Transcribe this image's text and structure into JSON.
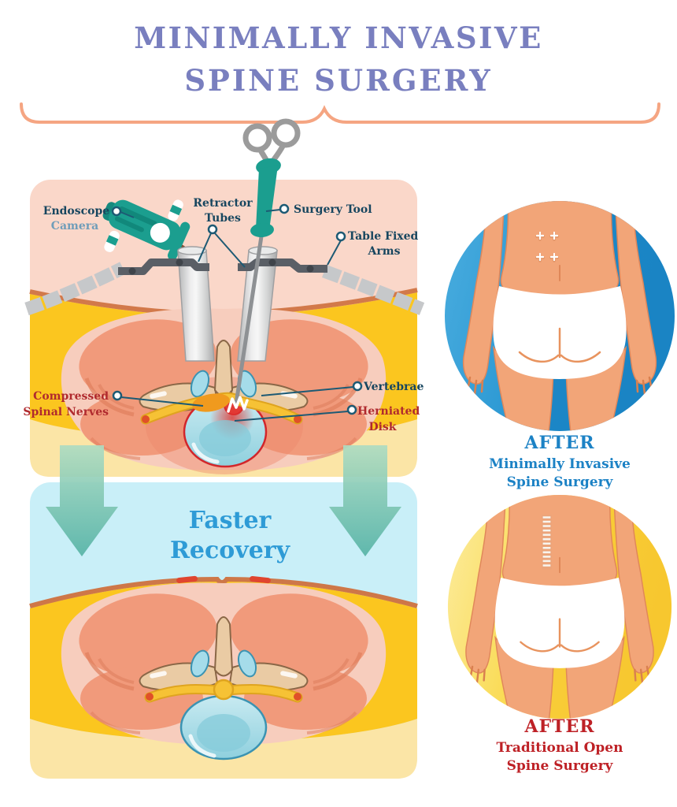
{
  "title": {
    "line1": "MINIMALLY INVASIVE",
    "line2": "SPINE SURGERY",
    "color": "#797FBF"
  },
  "brace": {
    "color": "#F5A582"
  },
  "surgery_panel": {
    "panel_color": "#FAD7C9",
    "labels": {
      "endoscope_line1": "Endoscope",
      "endoscope_line2": "Camera",
      "retractor_line1": "Retractor",
      "retractor_line2": "Tubes",
      "surgery_tool": "Surgery Tool",
      "table_fixed_line1": "Table Fixed",
      "table_fixed_line2": "Arms",
      "compressed_line1": "Compressed",
      "compressed_line2": "Spinal Nerves",
      "vertebrae": "Vertebrae",
      "herniated_line1": "Herniated",
      "herniated_line2": "Disk"
    },
    "label_navy": "#17465F",
    "label_light_blue": "#6F9DB9",
    "label_red": "#B02A2E"
  },
  "recovery_panel": {
    "panel_color": "#C9EFF8",
    "caption_line1": "Faster",
    "caption_line2": "Recovery",
    "caption_color": "#2E9BD6",
    "arrow_color_top": "#AEDCC2",
    "arrow_color_bottom": "#56B3A6"
  },
  "after_minimally_invasive": {
    "heading": "AFTER",
    "line1": "Minimally Invasive",
    "line2": "Spine Surgery",
    "text_color": "#1C82C5",
    "circle_color": "#2E9AD4"
  },
  "after_traditional": {
    "heading": "AFTER",
    "line1": "Traditional Open",
    "line2": "Spine Surgery",
    "text_color": "#BE2126",
    "circle_color": "#F8CD39"
  },
  "colors": {
    "skin": "#F2A578",
    "muscle": "#F19A7B",
    "fat_yellow": "#FBC61F",
    "pale_yellow": "#FBE5A6",
    "skin_line": "#D2794A",
    "bone": "#EACBA4",
    "nerve_yellow": "#F6C235",
    "disk_blue": "#A5DCEA",
    "herniation_red": "#E2413D",
    "tool_teal": "#1B9E8F",
    "tool_gray": "#9B9B9B",
    "arm_gray": "#C6C8CA",
    "bracket_gray": "#5A5F66"
  }
}
